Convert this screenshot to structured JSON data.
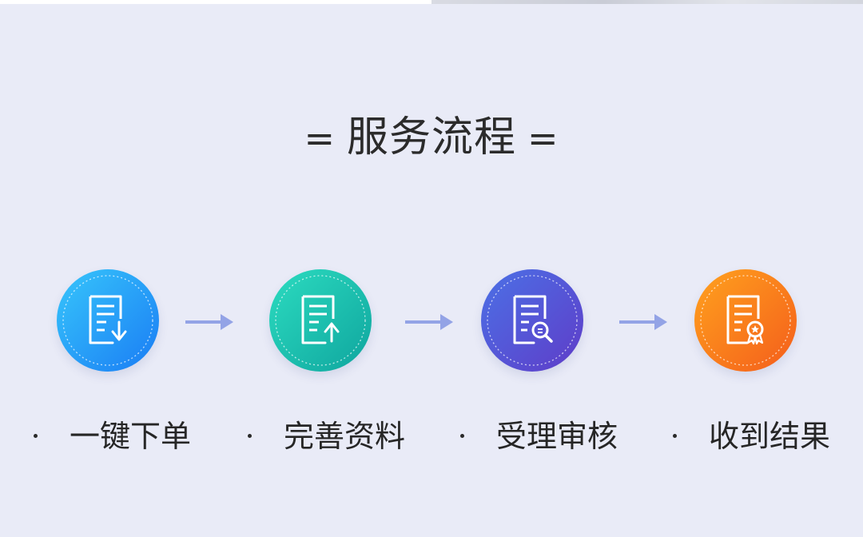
{
  "section": {
    "title": "服务流程",
    "title_decoration_left": "=",
    "title_decoration_right": "="
  },
  "steps": [
    {
      "label": "一键下单",
      "icon": "document-download-icon",
      "color_start": "#37c6fb",
      "color_end": "#1a7cf4"
    },
    {
      "label": "完善资料",
      "icon": "document-upload-icon",
      "color_start": "#2cdcc0",
      "color_end": "#0fa59e"
    },
    {
      "label": "受理审核",
      "icon": "document-search-icon",
      "color_start": "#4b71e6",
      "color_end": "#5f3cc8"
    },
    {
      "label": "收到结果",
      "icon": "document-award-icon",
      "color_start": "#ffa21e",
      "color_end": "#f45d1b"
    }
  ],
  "colors": {
    "background": "#e9ebf7",
    "arrow": "#93a3e6",
    "title_text": "#2b2b2b"
  }
}
